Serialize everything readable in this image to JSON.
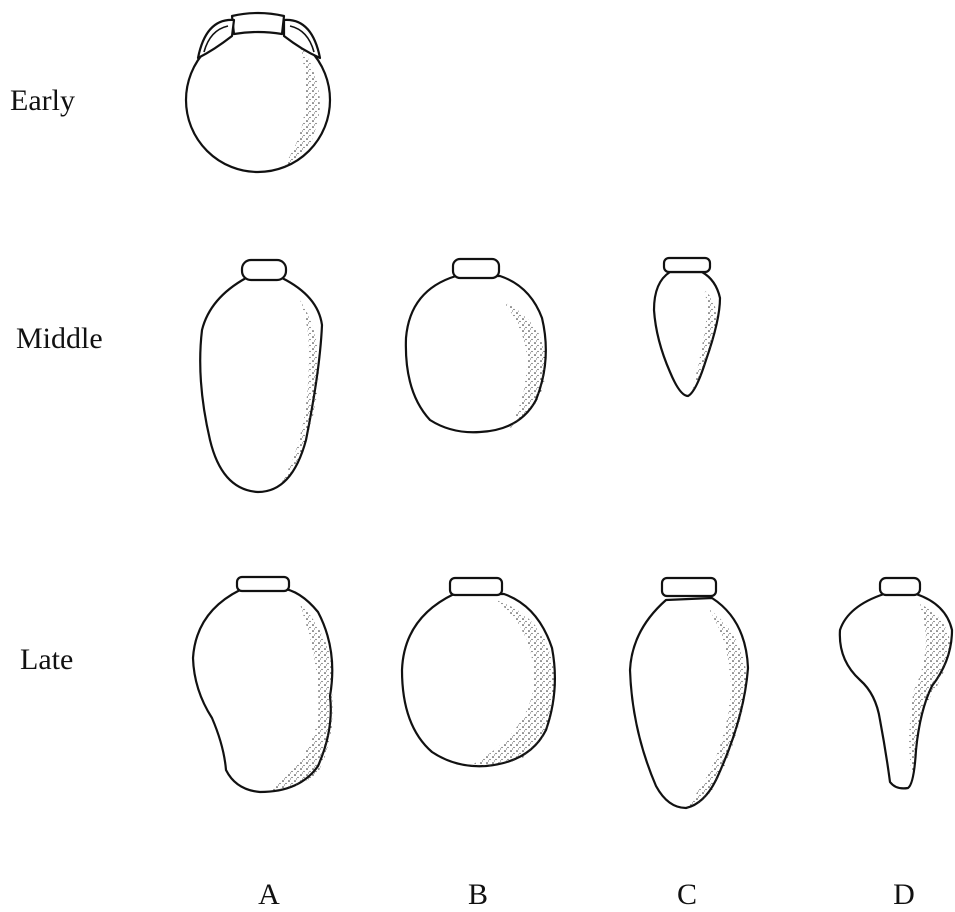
{
  "rows": [
    {
      "label": "Early"
    },
    {
      "label": "Middle"
    },
    {
      "label": "Late"
    }
  ],
  "columns": [
    {
      "label": "A"
    },
    {
      "label": "B"
    },
    {
      "label": "C"
    },
    {
      "label": "D"
    }
  ]
}
